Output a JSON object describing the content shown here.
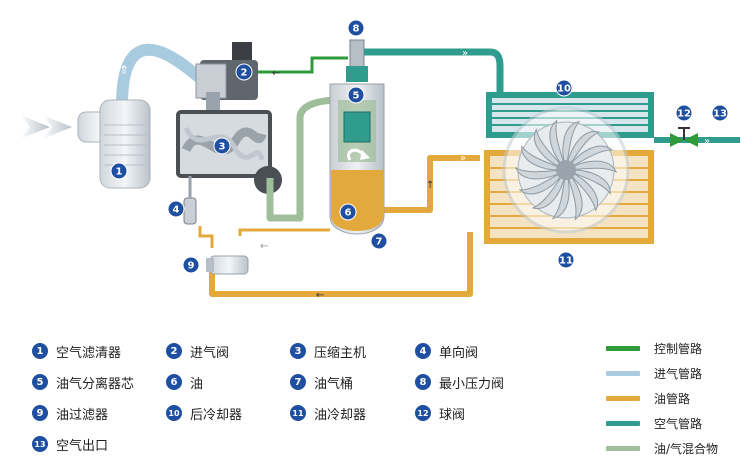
{
  "badges": [
    "1",
    "2",
    "3",
    "4",
    "5",
    "6",
    "7",
    "8",
    "9",
    "10",
    "11",
    "12",
    "13"
  ],
  "components": [
    {
      "num": "1",
      "label": "空气滤清器"
    },
    {
      "num": "2",
      "label": "进气阀"
    },
    {
      "num": "3",
      "label": "压缩主机"
    },
    {
      "num": "4",
      "label": "单向阀"
    },
    {
      "num": "5",
      "label": "油气分离器芯"
    },
    {
      "num": "6",
      "label": "油"
    },
    {
      "num": "7",
      "label": "油气桶"
    },
    {
      "num": "8",
      "label": "最小压力阀"
    },
    {
      "num": "9",
      "label": "油过滤器"
    },
    {
      "num": "10",
      "label": "后冷却器"
    },
    {
      "num": "11",
      "label": "油冷却器"
    },
    {
      "num": "12",
      "label": "球阀"
    },
    {
      "num": "13",
      "label": "空气出口"
    }
  ],
  "pipes": [
    {
      "label": "控制管路",
      "color": "#2e9a3a"
    },
    {
      "label": "进气管路",
      "color": "#a9cbe0"
    },
    {
      "label": "油管路",
      "color": "#e3a93c"
    },
    {
      "label": "空气管路",
      "color": "#2f9c8e"
    },
    {
      "label": "油/气混合物",
      "color": "#9fbe9a"
    }
  ],
  "colors": {
    "badge": "#1f4fa0",
    "oil": "#e3a93c",
    "air": "#2f9c8e",
    "intake": "#a9cbe0",
    "control": "#2e9a3a",
    "mixture": "#9fbe9a"
  }
}
